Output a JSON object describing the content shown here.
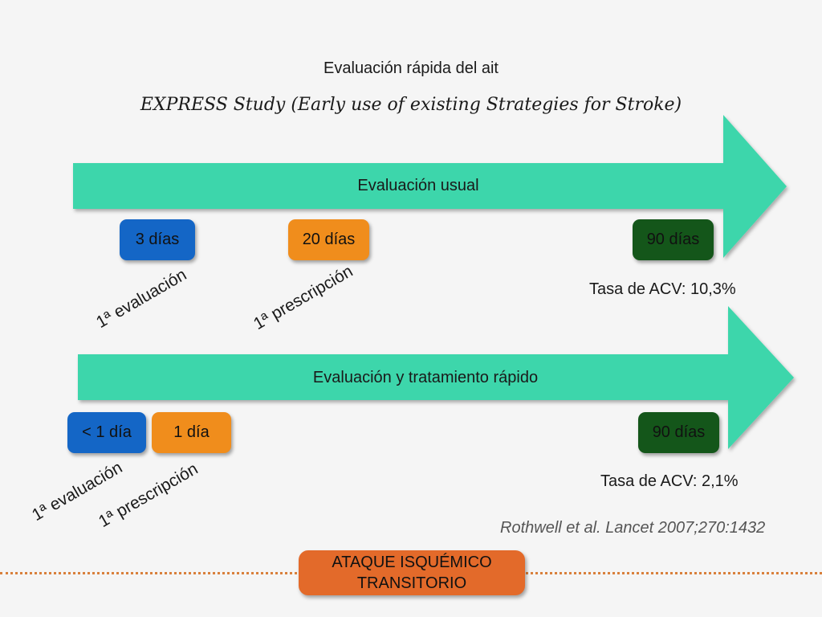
{
  "title": "Evaluación rápida del ait",
  "subtitle": "EXPRESS Study (Early use of existing Strategies for Stroke)",
  "colors": {
    "arrow_fill": "#3cd6ab",
    "blue": "#1466c6",
    "orange": "#f08d1c",
    "green": "#14561a",
    "footer": "#e36a2a"
  },
  "usual": {
    "label": "Evaluación usual",
    "eval_days": "3 días",
    "prescription_days": "20 días",
    "end_days": "90 días",
    "eval_label": "1ª evaluación",
    "prescription_label": "1ª prescripción",
    "rate": "Tasa de ACV: 10,3%"
  },
  "rapid": {
    "label": "Evaluación y tratamiento rápido",
    "eval_days": "< 1 día",
    "prescription_days": "1 día",
    "end_days": "90 días",
    "eval_label": "1ª evaluación",
    "prescription_label": "1ª prescripción",
    "rate": "Tasa de ACV: 2,1%"
  },
  "citation": "Rothwell et al. Lancet 2007;270:1432",
  "footer": {
    "line1": "ATAQUE ISQUÉMICO",
    "line2": "TRANSITORIO"
  }
}
